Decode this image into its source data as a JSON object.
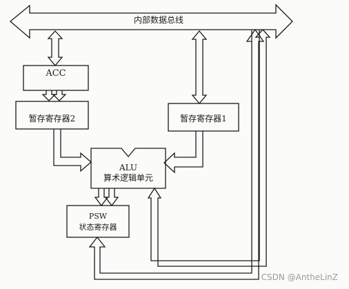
{
  "diagram": {
    "bus_label": "内部数据总线",
    "acc_label": "ACC",
    "temp_register_2": "暂存寄存器2",
    "temp_register_1": "暂存寄存器1",
    "alu_title": "ALU",
    "alu_subtitle": "算术逻辑单元",
    "psw_title": "PSW",
    "psw_subtitle": "状态寄存器"
  },
  "watermark": "CSDN @AntheLinZ",
  "colors": {
    "ink": "#1a1a1a",
    "background": "#fbfbf9",
    "watermark": "#9a9a9a"
  }
}
